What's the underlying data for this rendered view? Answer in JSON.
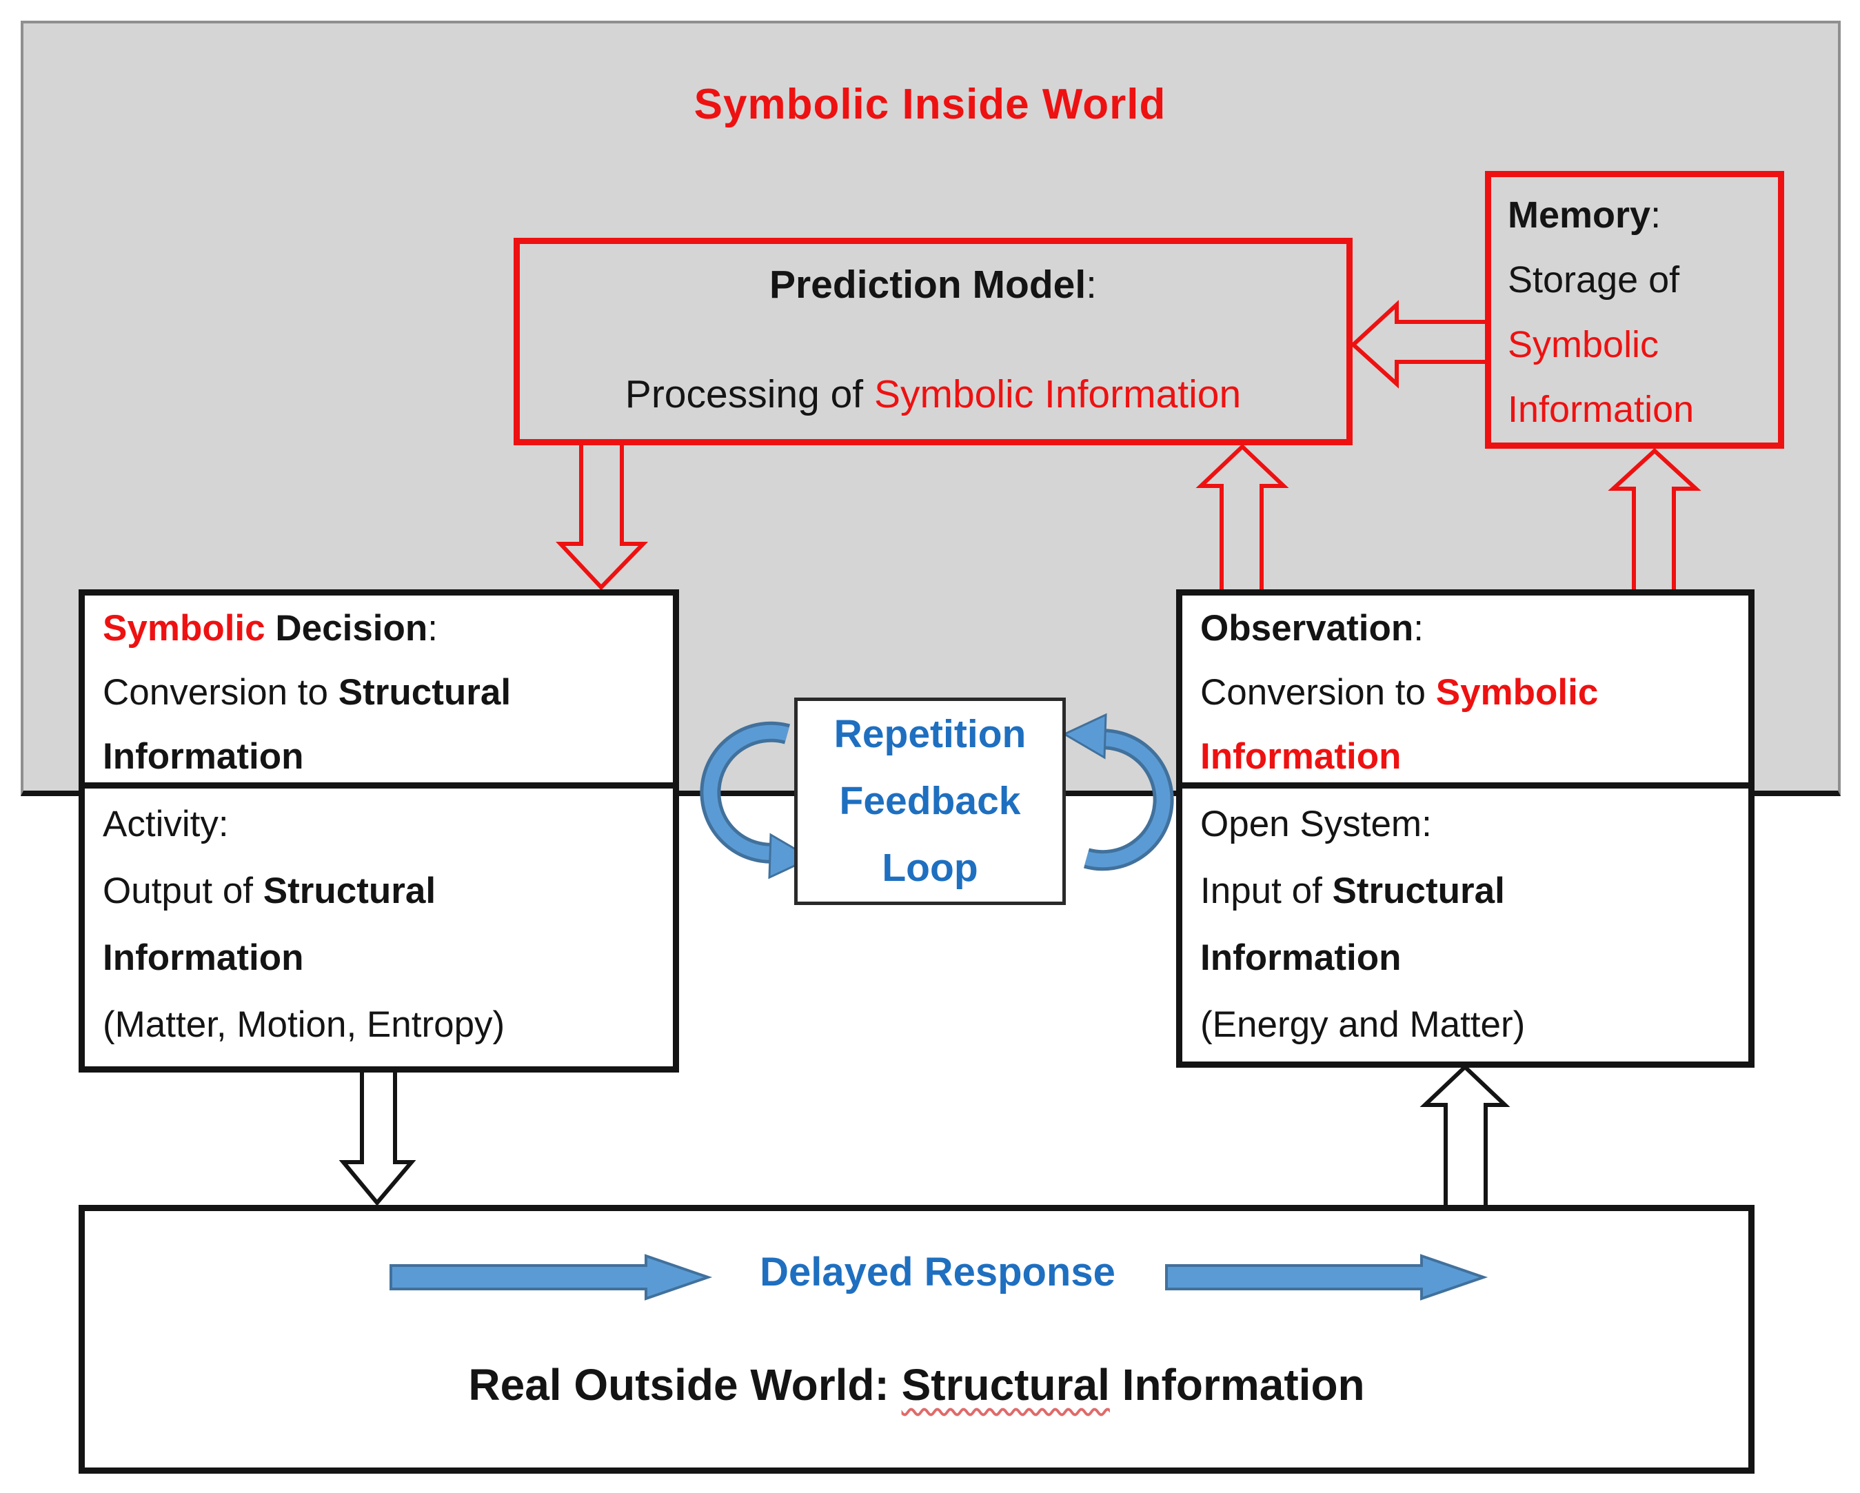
{
  "colors": {
    "red": "#ee1111",
    "blue-text": "#1e6fc0",
    "blue-arrow-fill": "#5b9bd5",
    "blue-arrow-edge": "#41719c",
    "gray-bg": "#d5d5d5"
  },
  "title": "Symbolic Inside World",
  "prediction_model": {
    "heading": "Prediction Model",
    "heading_colon": ":",
    "body_black": "Processing of ",
    "body_red": "Symbolic Information"
  },
  "memory": {
    "heading": "Memory",
    "heading_colon": ":",
    "line2": "Storage of",
    "line3": "Symbolic",
    "line4": "Information"
  },
  "symbolic_decision": {
    "l1_red": "Symbolic",
    "l1_black": " Decision",
    "l1_colon": ":",
    "l2_a": "Conversion to ",
    "l2_b": "Structural",
    "l3": "Information"
  },
  "activity": {
    "l1": "Activity:",
    "l2_a": "Output of ",
    "l2_b": "Structural",
    "l3": "Information",
    "l4": "(Matter, Motion, Entropy)"
  },
  "observation": {
    "l1": "Observation",
    "l1_colon": ":",
    "l2_a": "Conversion to ",
    "l2_b": "Symbolic",
    "l3": "Information"
  },
  "open_system": {
    "l1": "Open System:",
    "l2_a": "Input of ",
    "l2_b": "Structural",
    "l3": "Information",
    "l4": "(Energy and Matter)"
  },
  "feedback_loop": {
    "l1": "Repetition",
    "l2": "Feedback",
    "l3": "Loop"
  },
  "outside_world": {
    "delayed_label": "Delayed Response",
    "world_a": "Real Outside World: ",
    "world_b": "Structural",
    "world_c": " Information"
  }
}
